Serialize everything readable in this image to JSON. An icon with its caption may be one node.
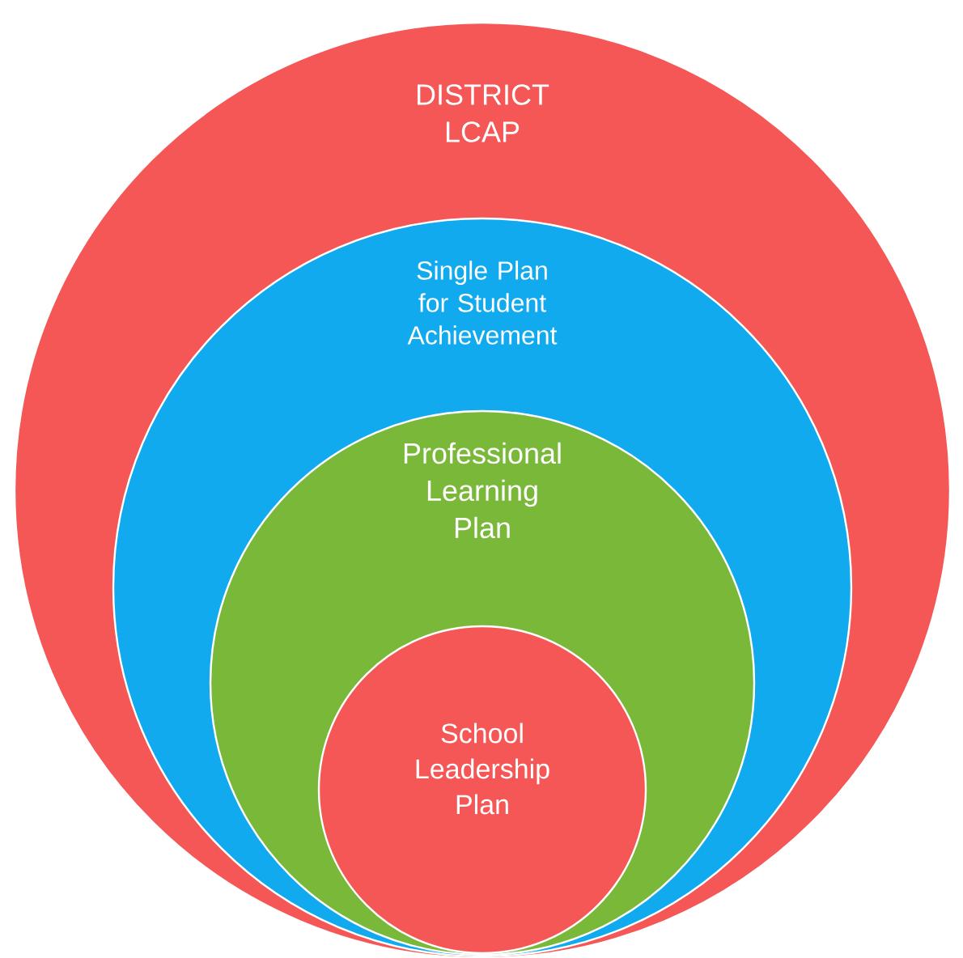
{
  "diagram": {
    "nodes": [
      {
        "text": [
          "DISTRICT LCAP"
        ]
      },
      {
        "text": [
          "Single Plan for Student Achievement"
        ],
        "in": 0
      },
      {
        "text": [
          "Professional Learning Plan"
        ],
        "in": 1
      },
      {
        "text": [
          "School Leadership Plan"
        ],
        "in": 2
      }
    ]
  }
}
